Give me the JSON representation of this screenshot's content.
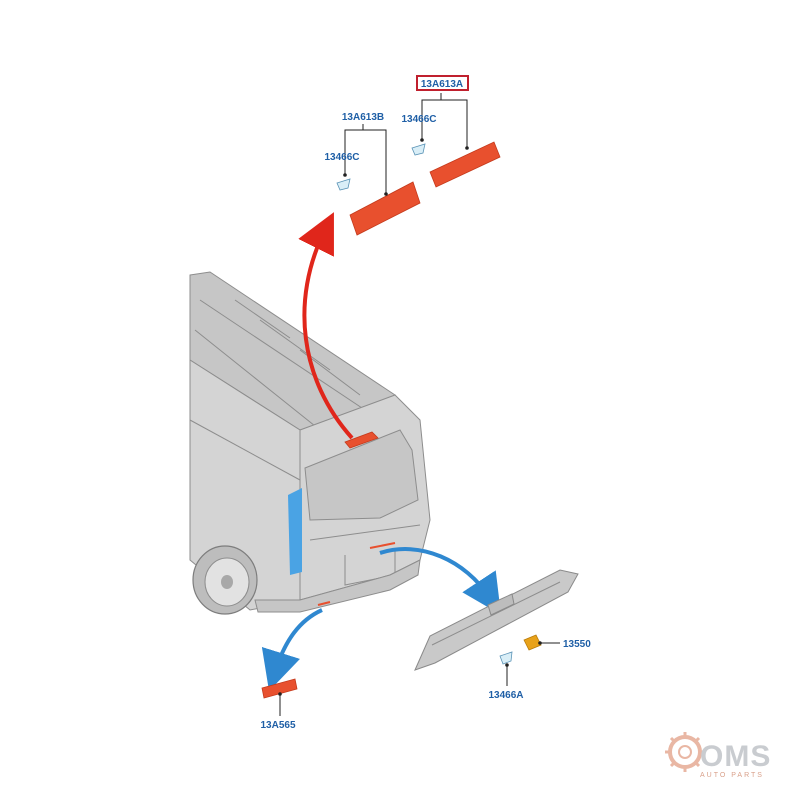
{
  "callouts": {
    "high_mount_lamp_assembly": "13A613A",
    "high_mount_lamp_left": "13A613B",
    "bulb_left": "13466C",
    "bulb_right": "13466C",
    "plate_bulb": "13466A",
    "plate_socket": "13550",
    "rear_reflector": "13A565"
  },
  "watermark": {
    "text": "OMS",
    "subtext": "AUTO PARTS"
  },
  "colors": {
    "lamp_red": "#e8502e",
    "arrow_red": "#e0261b",
    "arrow_blue": "#2f88d0",
    "callout_blue": "#1f5fa6",
    "highlight_box": "#c0202e",
    "side_reflector": "#4aa3e4",
    "socket_orange": "#e8a21a"
  }
}
